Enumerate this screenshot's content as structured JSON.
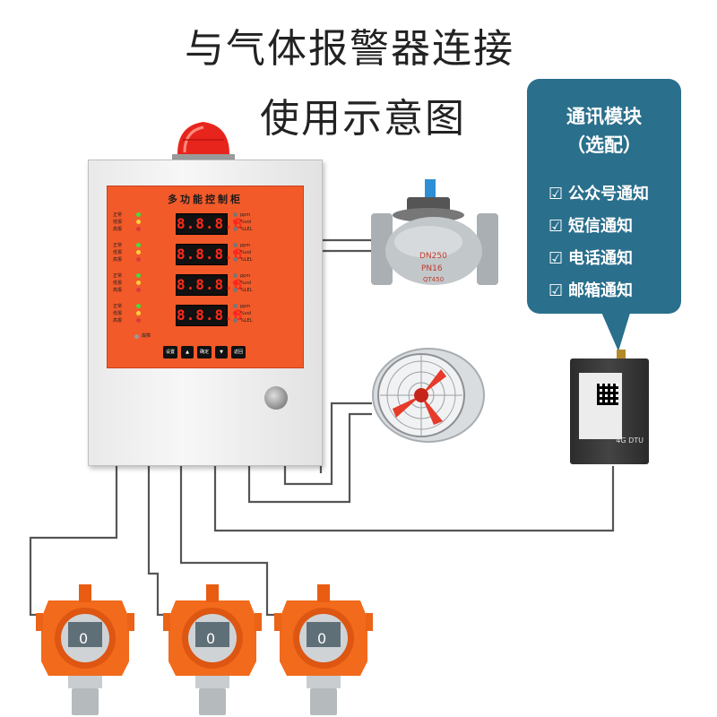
{
  "header": {
    "title_line1": "与气体报警器连接",
    "title_line2": "使用示意图"
  },
  "cabinet": {
    "panel_title": "多功能控制柜",
    "channels": [
      {
        "labels": [
          "正常",
          "低报",
          "高报"
        ],
        "reading": "8.8.8.8",
        "units": [
          "ppm",
          "%vol",
          "%LEL"
        ]
      },
      {
        "labels": [
          "正常",
          "低报",
          "高报"
        ],
        "reading": "8.8.8.8",
        "units": [
          "ppm",
          "%vol",
          "%LEL"
        ]
      },
      {
        "labels": [
          "正常",
          "低报",
          "高报"
        ],
        "reading": "8.8.8.8",
        "units": [
          "ppm",
          "%vol",
          "%LEL"
        ]
      },
      {
        "labels": [
          "正常",
          "低报",
          "高报"
        ],
        "reading": "8.8.8.8",
        "units": [
          "ppm",
          "%vol",
          "%LEL"
        ]
      }
    ],
    "fault_label": "故障",
    "buttons": {
      "set": "设置",
      "up": "▲",
      "confirm": "确定",
      "down": "▼",
      "back": "返回"
    }
  },
  "valve": {
    "marking_1": "DN250",
    "marking_2": "PN16",
    "marking_3": "QT450"
  },
  "module_bubble": {
    "title": "通讯模块",
    "subtitle": "（选配）",
    "features": [
      "公众号通知",
      "短信通知",
      "电话通知",
      "邮箱通知"
    ]
  },
  "dtu": {
    "label": "4G DTU"
  },
  "detectors": [
    {
      "display_value": "0"
    },
    {
      "display_value": "0"
    },
    {
      "display_value": "0"
    }
  ],
  "colors": {
    "panel": "#f25a2a",
    "bubble": "#2a6f8c",
    "detector": "#f26a1b",
    "wire": "#555555"
  }
}
